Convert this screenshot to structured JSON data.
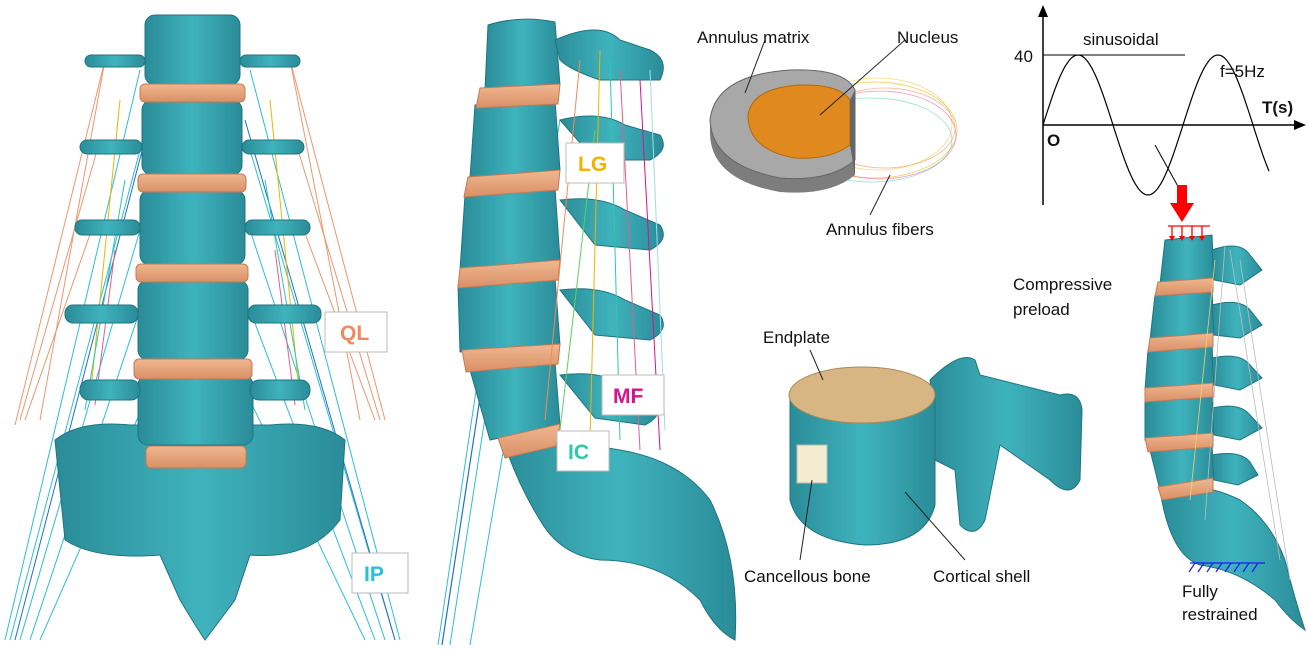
{
  "colors": {
    "bone": "#2f9aa6",
    "bone_light": "#5fc3cc",
    "disc": "#e6a07a",
    "ql": "#f08a5d",
    "ip": "#2bbfd6",
    "lg": "#f0b400",
    "mf": "#d4148c",
    "ic": "#2ccaa8",
    "endplate": "#d7b684",
    "nucleus": "#e0891e",
    "annulus": "#9a9a9a",
    "arrow": "#ff0000",
    "restraint": "#1a1aff"
  },
  "panels": {
    "posterior_view": {
      "tag_ql": "QL",
      "tag_ip": "IP"
    },
    "lateral_view": {
      "tag_lg": "LG",
      "tag_mf": "MF",
      "tag_ic": "IC"
    },
    "disc_detail": {
      "annulus_matrix": "Annulus  matrix",
      "nucleus": "Nucleus",
      "annulus_fibers": "Annulus  fibers"
    },
    "load_curve": {
      "title": "sinusoidal",
      "y_tick": "40",
      "x_label": "T(s)",
      "origin": "O",
      "frequency": "f=5Hz"
    },
    "vertebra_detail": {
      "endplate": "Endplate",
      "cancellous_bone": "Cancellous bone",
      "cortical_shell": "Cortical shell"
    },
    "boundary_conditions": {
      "compressive_1": "Compressive",
      "compressive_2": "preload",
      "restrained_1": "Fully",
      "restrained_2": "restrained"
    }
  }
}
